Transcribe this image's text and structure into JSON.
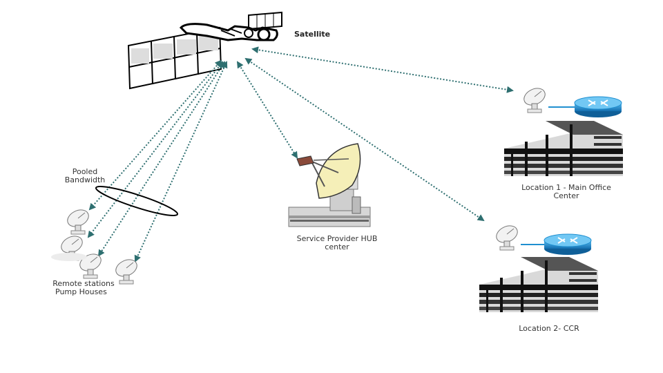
{
  "labels": {
    "satellite": "Satellite",
    "pooled_line1": "Pooled",
    "pooled_line2": "Bandwidth",
    "remote_line1": "Remote stations",
    "remote_line2": "Pump Houses",
    "hub_line1": "Service Provider HUB",
    "hub_line2": "center",
    "loc1_line1": "Location 1 - Main Office",
    "loc1_line2": "Center",
    "loc2_line1": "Location 2- CCR"
  },
  "colors": {
    "link": "#2e6f70",
    "router": "#1f8fd0",
    "dish": "#f5efb8",
    "ink": "#111111"
  }
}
